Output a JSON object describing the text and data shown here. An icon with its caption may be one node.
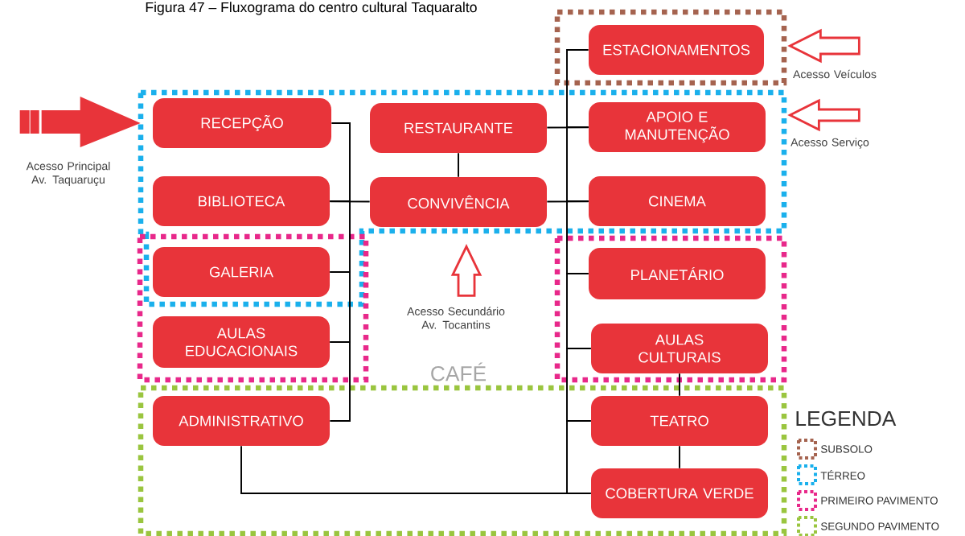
{
  "diagram": {
    "title": "Figura 47 – Fluxograma do centro cultural Taquaralto",
    "nodes": [
      {
        "text": [
          "ESTACIONAMENTOS"
        ]
      },
      {
        "text": [
          "RECEPÇÃO"
        ]
      },
      {
        "text": [
          "RESTAURANTE"
        ]
      },
      {
        "text": [
          "APOIO E MANUTENÇÃO"
        ]
      },
      {
        "text": [
          "BIBLIOTECA"
        ]
      },
      {
        "text": [
          "CONVIVÊNCIA"
        ]
      },
      {
        "text": [
          "CINEMA"
        ]
      },
      {
        "text": [
          "GALERIA"
        ]
      },
      {
        "text": [
          "PLANETÁRIO"
        ]
      },
      {
        "text": [
          "AULAS EDUCACIONAIS"
        ]
      },
      {
        "text": [
          "AULAS CULTURAIS"
        ]
      },
      {
        "text": [
          "ADMINISTRATIVO"
        ]
      },
      {
        "text": [
          "TEATRO"
        ]
      },
      {
        "text": [
          "COBERTURA VERDE"
        ]
      }
    ],
    "edges": [
      {
        "from": 1,
        "to": 4,
        "arrow": "none"
      },
      {
        "from": 4,
        "to": 5,
        "arrow": "none"
      },
      {
        "from": 4,
        "to": 7,
        "arrow": "none"
      },
      {
        "from": 7,
        "to": 9,
        "arrow": "none"
      },
      {
        "from": 9,
        "to": 11,
        "arrow": "none"
      },
      {
        "from": 2,
        "to": 5,
        "arrow": "none"
      },
      {
        "from": 2,
        "to": 3,
        "arrow": "none"
      },
      {
        "from": 5,
        "to": 6,
        "arrow": "none"
      },
      {
        "from": 0,
        "to": 3,
        "arrow": "none"
      },
      {
        "from": 3,
        "to": 6,
        "arrow": "none"
      },
      {
        "from": 6,
        "to": 8,
        "arrow": "none"
      },
      {
        "from": 8,
        "to": 10,
        "arrow": "none"
      },
      {
        "from": 10,
        "to": 12,
        "arrow": "none"
      },
      {
        "from": 10,
        "to": 12,
        "arrow": "none"
      },
      {
        "from": 12,
        "to": 13,
        "arrow": "none"
      },
      {
        "from": 12,
        "to": 13,
        "arrow": "none"
      },
      {
        "from": 11,
        "to": 13,
        "arrow": "none"
      },
      {
        "from": null,
        "to": 1,
        "arrow": "to",
        "style": "thick",
        "color": "#e8343a",
        "label": "Acesso Principal Av. Taquaruçu"
      },
      {
        "from": null,
        "to": 0,
        "arrow": "to",
        "color": "#e8343a",
        "label": "Acesso Veículos"
      },
      {
        "from": null,
        "to": 3,
        "arrow": "to",
        "color": "#e8343a",
        "label": "Acesso Serviço"
      },
      {
        "from": null,
        "to": 5,
        "arrow": "to",
        "color": "#e8343a",
        "label": "Acesso Secundário Av. Tocantins"
      }
    ],
    "labels": [
      "CAFÉ",
      "LEGENDA"
    ],
    "legend": [
      {
        "text": "SUBSOLO",
        "color": "#a5634f"
      },
      {
        "text": "TÉRREO",
        "color": "#1ab0ec"
      },
      {
        "text": "PRIMEIRO PAVIMENTO",
        "color": "#e8288a"
      },
      {
        "text": "SEGUNDO PAVIMENTO",
        "color": "#9ac53f"
      }
    ]
  }
}
